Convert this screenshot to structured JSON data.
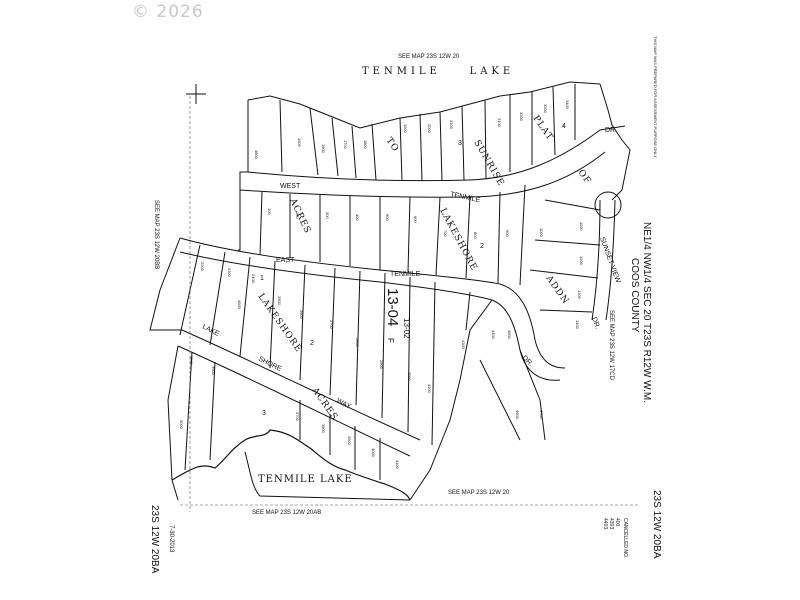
{
  "copyright": "© 2026",
  "map_title": [
    "NE1/4 NW1/4 SEC 20 T23S R12W W.M.",
    "COOS COUNTY"
  ],
  "map_number_right": "23S 12W 20BA",
  "map_number_left": "23S 12W 20BA",
  "map_date": "7-30-2013",
  "cancelled_label": "CANCELLED NO.",
  "cancelled_numbers": [
    "400",
    "4303",
    "4403"
  ],
  "lake_top": "TENMILE    LAKE",
  "lake_bottom": "TENMILE LAKE",
  "see_map_top": "SEE MAP 23S 12W 20",
  "see_map_bottom": "SEE MAP 23S 12W 20",
  "see_map_bottom_left": "SEE MAP 23S 12W 20AB",
  "see_map_left": "SEE MAP 23S 12W 20BB",
  "see_map_right": "SEE MAP 23S 12W 17CD",
  "road_west_tenmile": [
    "WEST",
    "TENMILE"
  ],
  "road_east_tenmile": [
    "EAST",
    "TENMILE"
  ],
  "road_sunset_view": "SUNSET VIEW",
  "road_dr": [
    "DR.",
    "DR.",
    "DR."
  ],
  "road_lake_shore_way": [
    "LAKE",
    "SHORE",
    "WAY"
  ],
  "subdivision_sunrise_plat": [
    "TO",
    "SUNRISE",
    "PLAT",
    "OF"
  ],
  "subdivision_acres": [
    "ACRES",
    "ACRES"
  ],
  "subdivision_lakeshore": [
    "LAKESHORE",
    "LAKESHORE"
  ],
  "subdivision_addn": "ADDN",
  "block_numbers": [
    "1",
    "2",
    "3",
    "4",
    "2",
    "3"
  ],
  "big_map_number": "13-04",
  "big_map_suffix": "F",
  "sub_map_number": "13-02",
  "corner_stamp": "THIS MAP WAS PREPARED FOR ASSESSMENT PURPOSE ONLY",
  "lot_numbers": [
    "2200",
    "2300",
    "2400",
    "2500",
    "2600",
    "2700",
    "2800",
    "2900",
    "3000",
    "100",
    "200",
    "300",
    "400",
    "500",
    "600",
    "700",
    "800",
    "900",
    "1000",
    "1100",
    "1200",
    "1300",
    "1400",
    "1500",
    "1600",
    "1700",
    "1800",
    "1900",
    "2000",
    "2100",
    "3100",
    "3200",
    "3300",
    "3400",
    "3500",
    "3600",
    "3700",
    "3800",
    "3900",
    "4000",
    "4100",
    "4200",
    "4300",
    "4400",
    "4500",
    "4600",
    "4700",
    "4800",
    "4900",
    "5000"
  ]
}
